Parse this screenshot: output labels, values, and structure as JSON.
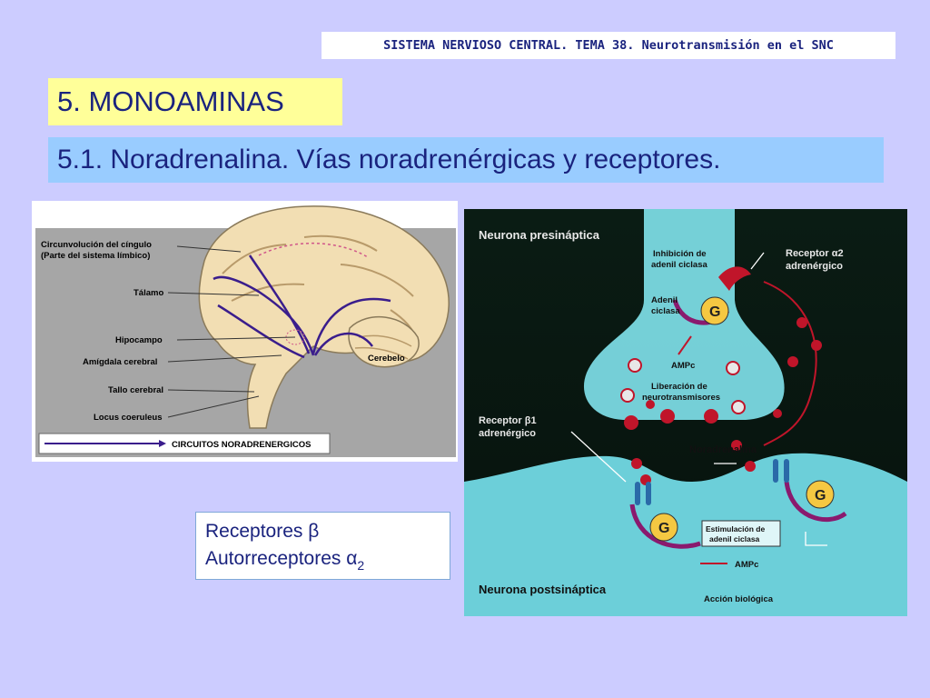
{
  "header": {
    "text": "SISTEMA NERVIOSO CENTRAL. TEMA 38. Neurotransmisión en el SNC"
  },
  "section_title": "5. MONOAMINAS",
  "subsection_title": "5.1. Noradrenalina. Vías noradrenérgicas y receptores.",
  "brain_figure": {
    "labels": {
      "cingulo_1": "Circunvolución del cíngulo",
      "cingulo_2": "(Parte del sistema límbico)",
      "talamo": "Tálamo",
      "hipocampo": "Hipocampo",
      "amigdala": "Amígdala cerebral",
      "tallo": "Tallo cerebral",
      "locus": "Locus coeruleus",
      "cerebelo": "Cerebelo",
      "legend": "CIRCUITOS NORADRENERGICOS"
    },
    "colors": {
      "panel": "#a6a6a6",
      "brain": "#f2deb3",
      "pathway": "#3a1d8c"
    }
  },
  "neuron_figure": {
    "labels": {
      "presinaptica": "Neurona presináptica",
      "inhibicion_1": "Inhibición de",
      "inhibicion_2": "adenil ciclasa",
      "receptor_a2_1": "Receptor α2",
      "receptor_a2_2": "adrenérgico",
      "adenil_1": "Adenil",
      "adenil_2": "ciclasa",
      "g1": "G",
      "ampc_pre": "AMPc",
      "liberacion_1": "Liberación de",
      "liberacion_2": "neurotransmisores",
      "receptor_b1_1": "Receptor β1",
      "receptor_b1_2": "adrenérgico",
      "noradrenalina": "Noradrenalina",
      "g2": "G",
      "g3": "G",
      "estimulacion_1": "Estimulación de",
      "estimulacion_2": "adenil ciclasa",
      "ampc_post": "AMPc",
      "accion": "Acción biológica",
      "postsinaptica": "Neurona postsináptica"
    },
    "colors": {
      "background": "#0a1c14",
      "cell": "#7fe0e8",
      "g_protein": "#f5c842",
      "molecule": "#c0152a",
      "membrane": "#8a1a6e"
    }
  },
  "legend": {
    "line1": "Receptores β",
    "line2": "Autorreceptores α",
    "line2_sub": "2"
  }
}
